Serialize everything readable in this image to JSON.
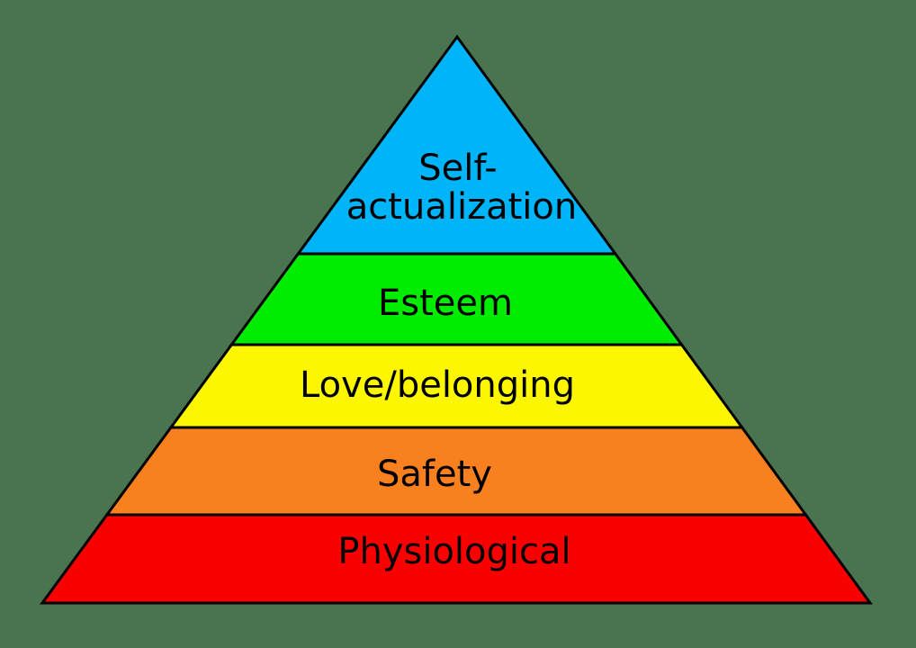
{
  "diagram": {
    "background_color": "#4A7350",
    "outline_color": "#000000",
    "label_color": "#000000",
    "levels": [
      {
        "id": "self-actualization",
        "label": "Self-actualization",
        "label_lines": [
          "Self-",
          "actualization"
        ],
        "color": "#00B4F8"
      },
      {
        "id": "esteem",
        "label": "Esteem",
        "label_lines": [
          "Esteem"
        ],
        "color": "#00EC00"
      },
      {
        "id": "love-belonging",
        "label": "Love/belonging",
        "label_lines": [
          "Love/belonging"
        ],
        "color": "#FCF600"
      },
      {
        "id": "safety",
        "label": "Safety",
        "label_lines": [
          "Safety"
        ],
        "color": "#F8801F"
      },
      {
        "id": "physiological",
        "label": "Physiological",
        "label_lines": [
          "Physiological"
        ],
        "color": "#FB0000"
      }
    ]
  }
}
